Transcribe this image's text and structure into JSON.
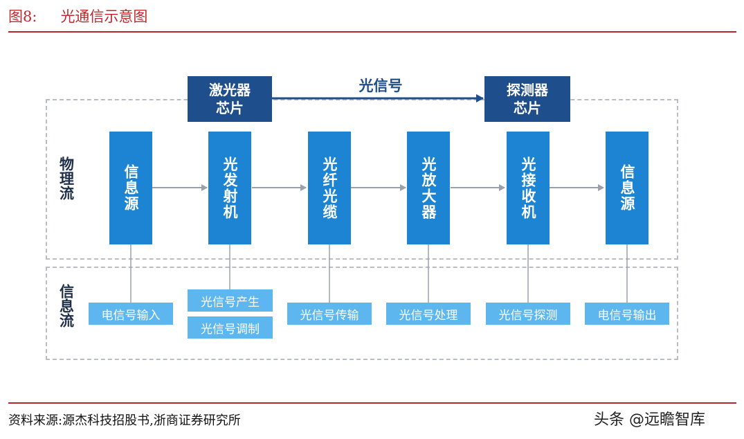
{
  "figure": {
    "number": "图8:",
    "title": "光通信示意图"
  },
  "diagram": {
    "signal_label": "光信号",
    "laser_chip": "激光器\n芯片",
    "detector_chip": "探测器\n芯片",
    "physical_flow_label": "物理流",
    "info_flow_label": "信息流",
    "stages": [
      "信息源",
      "光发射机",
      "光纤光缆",
      "光放大器",
      "光接收机",
      "信息源"
    ],
    "tags": {
      "input": "电信号输入",
      "generate": "光信号产生",
      "modulate": "光信号调制",
      "transmit": "光信号传输",
      "process": "光信号处理",
      "detect": "光信号探测",
      "output": "电信号输出"
    },
    "colors": {
      "dark_chip": "#1f4e8c",
      "stage": "#1c84d2",
      "tag": "#5eb6ee",
      "accent_red": "#c0282d"
    }
  },
  "footer": {
    "source": "资料来源:源杰科技招股书,浙商证券研究所",
    "watermark": "头条 @远瞻智库"
  }
}
